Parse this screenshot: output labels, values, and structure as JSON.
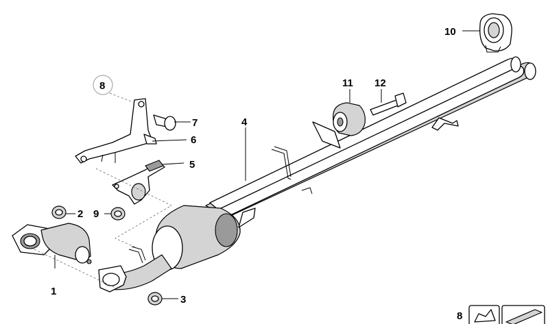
{
  "callouts": {
    "c1": "1",
    "c2": "2",
    "c3": "3",
    "c4": "4",
    "c5": "5",
    "c6": "6",
    "c7": "7",
    "c8": "8",
    "c9": "9",
    "c10": "10",
    "c11": "11",
    "c12": "12",
    "c8_legend": "8"
  }
}
